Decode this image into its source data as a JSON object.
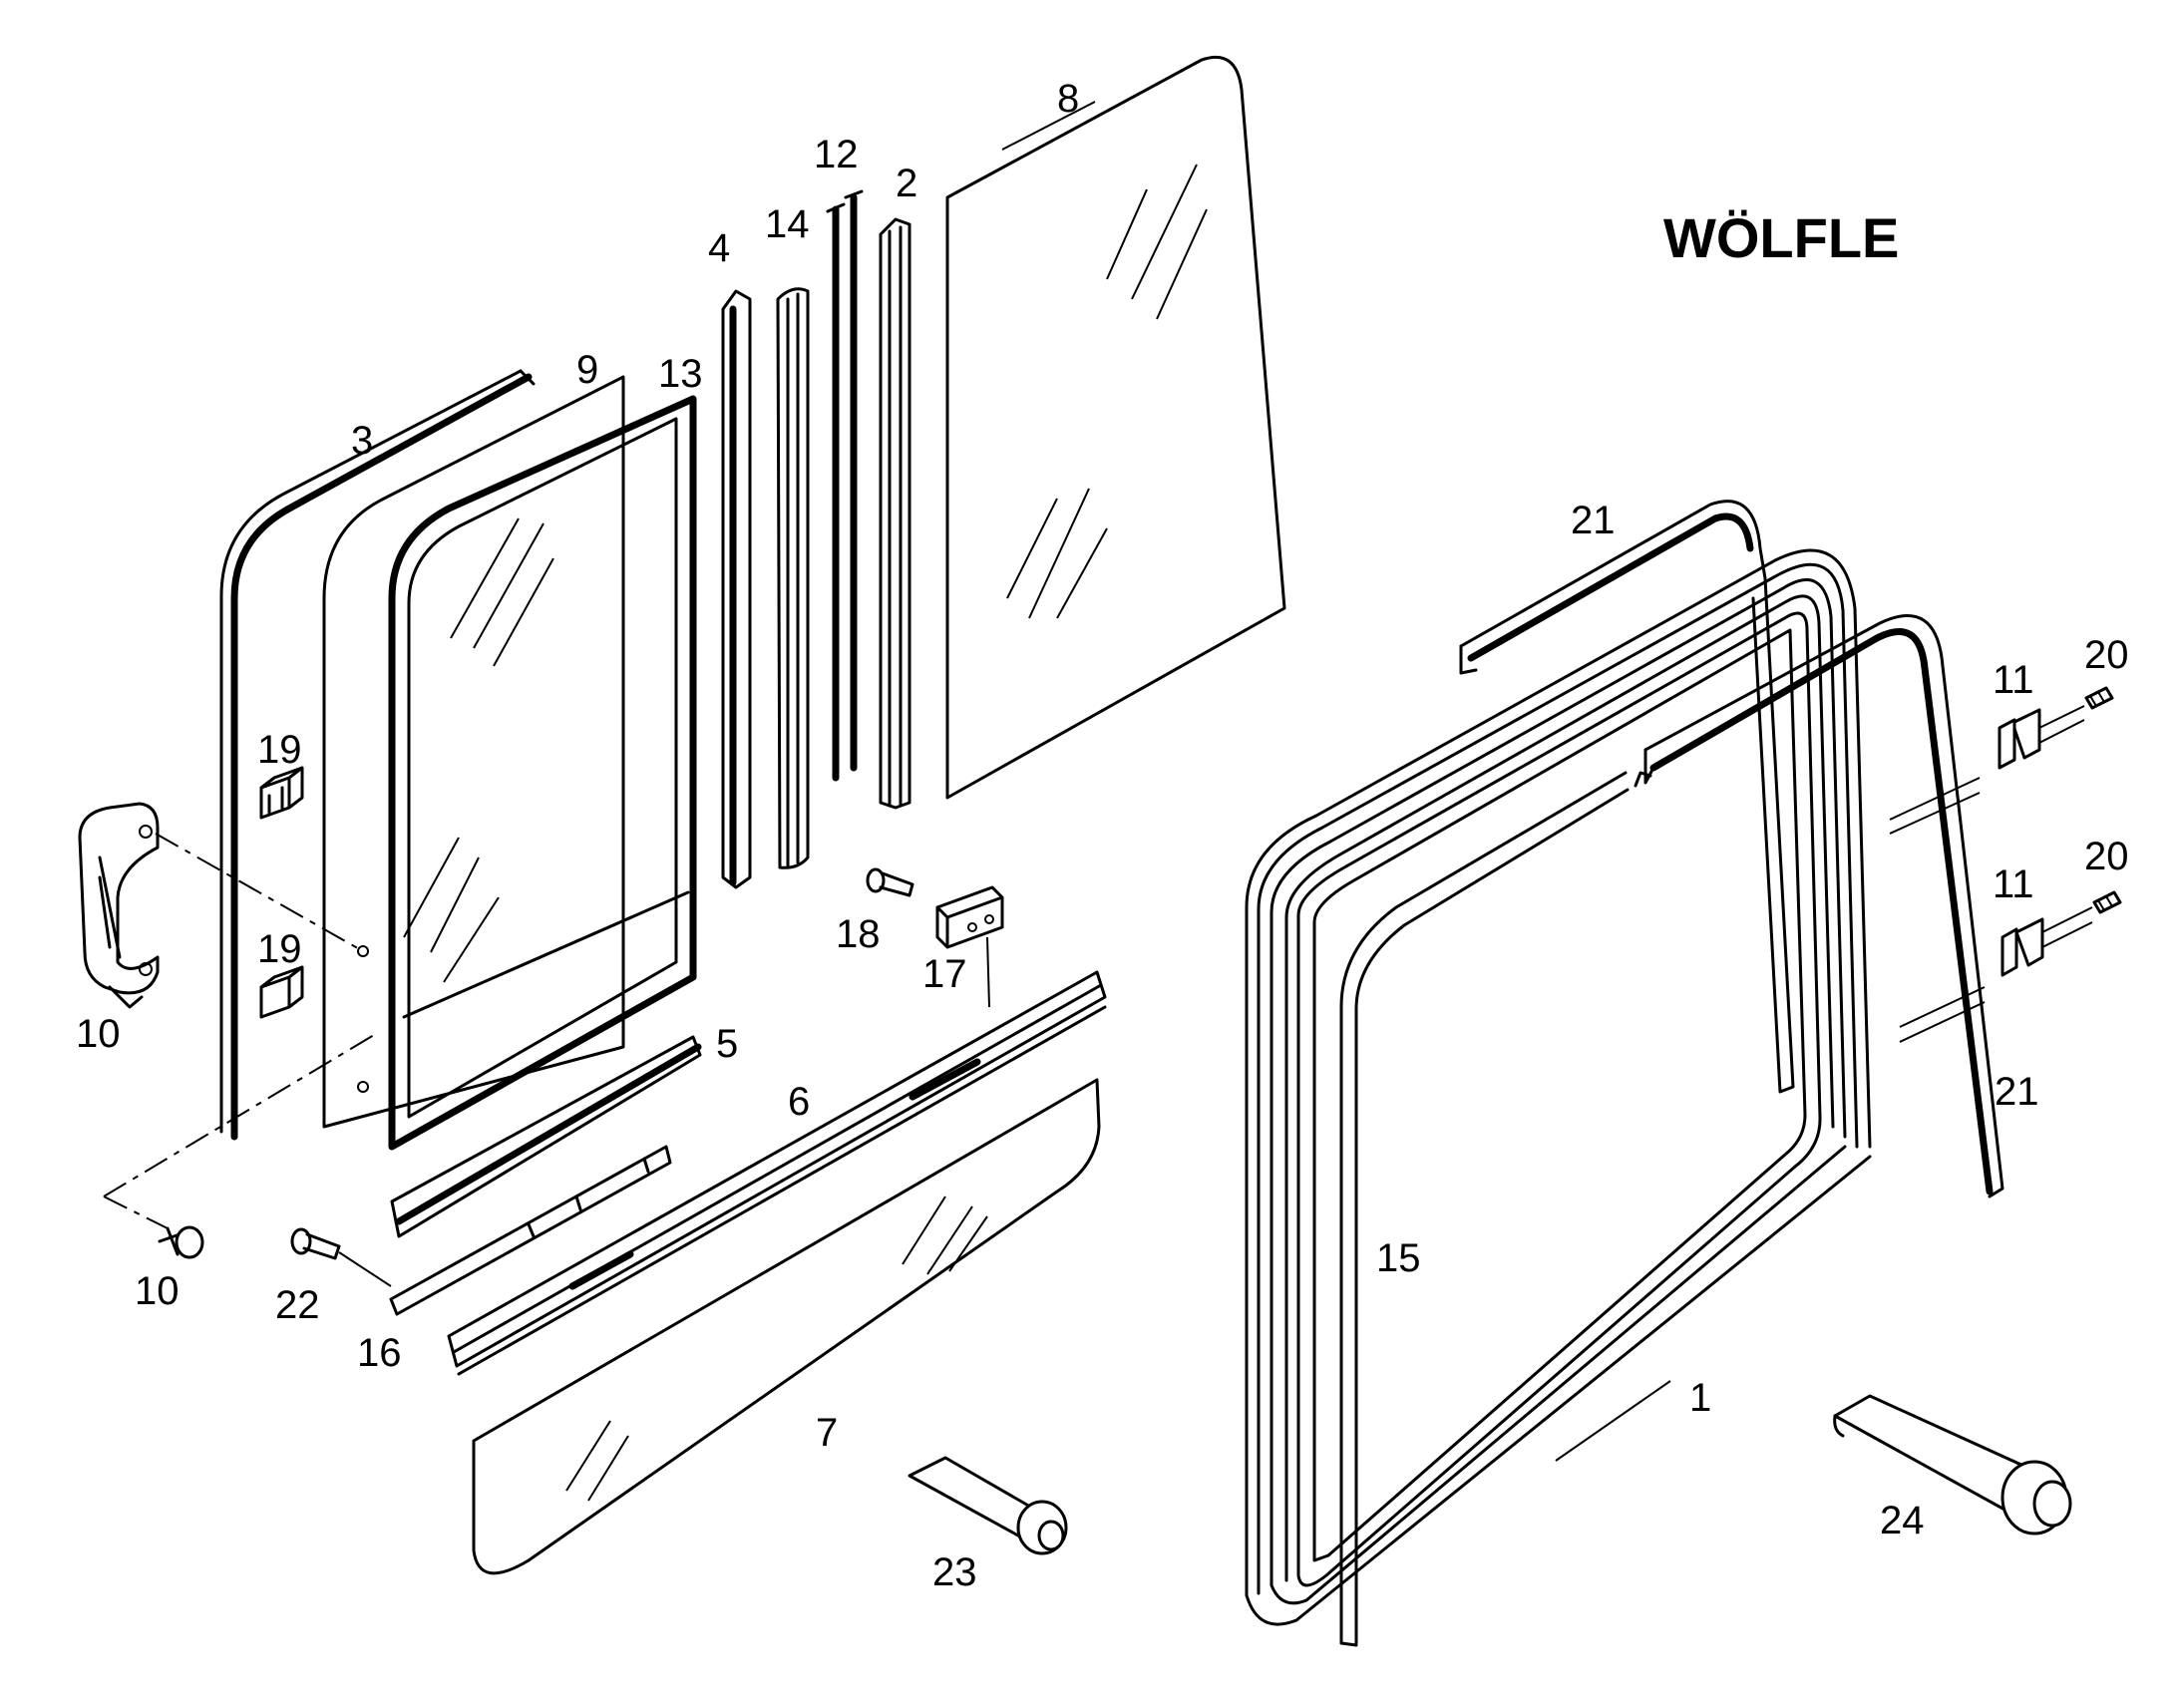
{
  "brand": "WÖLFLE",
  "callouts": {
    "p1": "1",
    "p2": "2",
    "p3": "3",
    "p4": "4",
    "p5": "5",
    "p6": "6",
    "p7": "7",
    "p8": "8",
    "p9": "9",
    "p10a": "10",
    "p10b": "10",
    "p11a": "11",
    "p11b": "11",
    "p12": "12",
    "p13": "13",
    "p14": "14",
    "p15": "15",
    "p16": "16",
    "p17": "17",
    "p18": "18",
    "p19a": "19",
    "p19b": "19",
    "p20a": "20",
    "p20b": "20",
    "p21a": "21",
    "p21b": "21",
    "p22": "22",
    "p23": "23",
    "p24": "24"
  },
  "colors": {
    "line": "#000000",
    "background": "#ffffff"
  }
}
